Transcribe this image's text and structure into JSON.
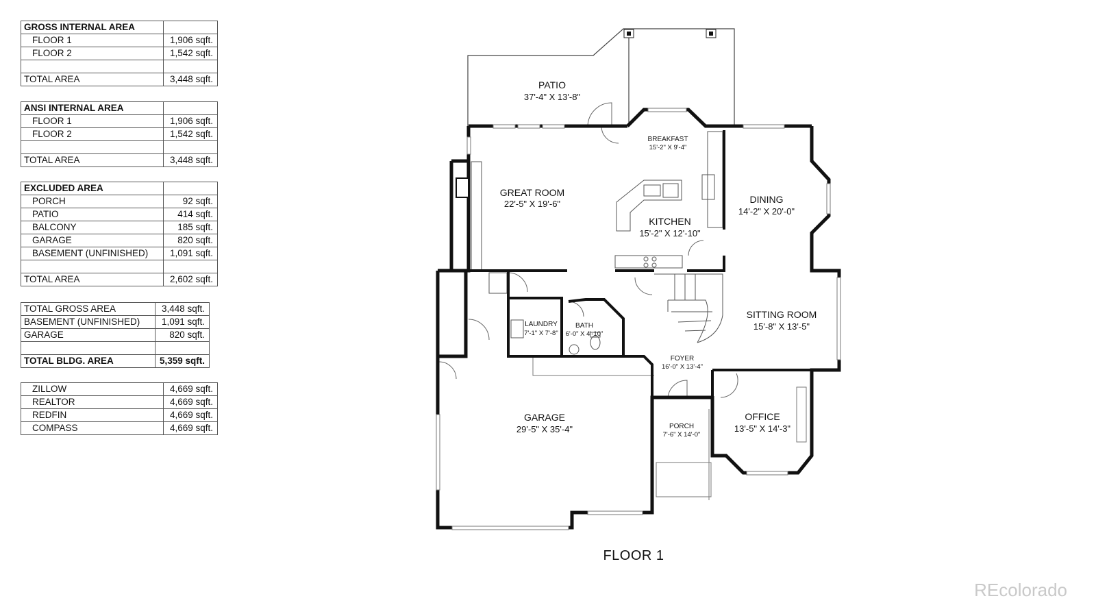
{
  "area_tables": [
    {
      "title": "GROSS INTERNAL AREA",
      "rows": [
        {
          "label": "FLOOR 1",
          "value": "1,906 sqft."
        },
        {
          "label": "FLOOR 2",
          "value": "1,542 sqft."
        },
        {
          "label": "",
          "value": ""
        }
      ],
      "total": {
        "label": "TOTAL AREA",
        "value": "3,448 sqft."
      }
    },
    {
      "title": "ANSI INTERNAL AREA",
      "rows": [
        {
          "label": "FLOOR 1",
          "value": "1,906 sqft."
        },
        {
          "label": "FLOOR 2",
          "value": "1,542 sqft."
        },
        {
          "label": "",
          "value": ""
        }
      ],
      "total": {
        "label": "TOTAL AREA",
        "value": "3,448 sqft."
      }
    },
    {
      "title": "EXCLUDED AREA",
      "rows": [
        {
          "label": "PORCH",
          "value": "92 sqft."
        },
        {
          "label": "PATIO",
          "value": "414 sqft."
        },
        {
          "label": "BALCONY",
          "value": "185 sqft."
        },
        {
          "label": "GARAGE",
          "value": "820 sqft."
        },
        {
          "label": "BASEMENT (UNFINISHED)",
          "value": "1,091 sqft."
        },
        {
          "label": "",
          "value": ""
        }
      ],
      "total": {
        "label": "TOTAL AREA",
        "value": "2,602 sqft."
      }
    },
    {
      "rows": [
        {
          "label": "TOTAL GROSS AREA",
          "value": "3,448 sqft."
        },
        {
          "label": "BASEMENT (UNFINISHED)",
          "value": "1,091 sqft."
        },
        {
          "label": "GARAGE",
          "value": "820 sqft."
        },
        {
          "label": "",
          "value": ""
        },
        {
          "label": "TOTAL BLDG. AREA",
          "value": "5,359 sqft."
        }
      ]
    },
    {
      "rows": [
        {
          "label": "ZILLOW",
          "value": "4,669 sqft."
        },
        {
          "label": "REALTOR",
          "value": "4,669 sqft."
        },
        {
          "label": "REDFIN",
          "value": "4,669 sqft."
        },
        {
          "label": "COMPASS",
          "value": "4,669 sqft."
        }
      ]
    }
  ],
  "rooms": {
    "patio": {
      "name": "PATIO",
      "dims": "37'-4\" X 13'-8\""
    },
    "breakfast": {
      "name": "BREAKFAST",
      "dims": "15'-2\" X 9'-4\""
    },
    "great_room": {
      "name": "GREAT ROOM",
      "dims": "22'-5\" X 19'-6\""
    },
    "dining": {
      "name": "DINING",
      "dims": "14'-2\" X 20'-0\""
    },
    "kitchen": {
      "name": "KITCHEN",
      "dims": "15'-2\" X 12'-10\""
    },
    "sitting_room": {
      "name": "SITTING ROOM",
      "dims": "15'-8\" X 13'-5\""
    },
    "laundry": {
      "name": "LAUNDRY",
      "dims": "7'-1\" X 7'-8\""
    },
    "bath": {
      "name": "BATH",
      "dims": "6'-0\" X 4'-10\""
    },
    "foyer": {
      "name": "FOYER",
      "dims": "16'-0\" X 13'-4\""
    },
    "garage": {
      "name": "GARAGE",
      "dims": "29'-5\" X 35'-4\""
    },
    "porch": {
      "name": "PORCH",
      "dims": "7'-6\" X 14'-0\""
    },
    "office": {
      "name": "OFFICE",
      "dims": "13'-5\" X 14'-3\""
    }
  },
  "floor_label": "FLOOR 1",
  "watermark": "REcolorado"
}
